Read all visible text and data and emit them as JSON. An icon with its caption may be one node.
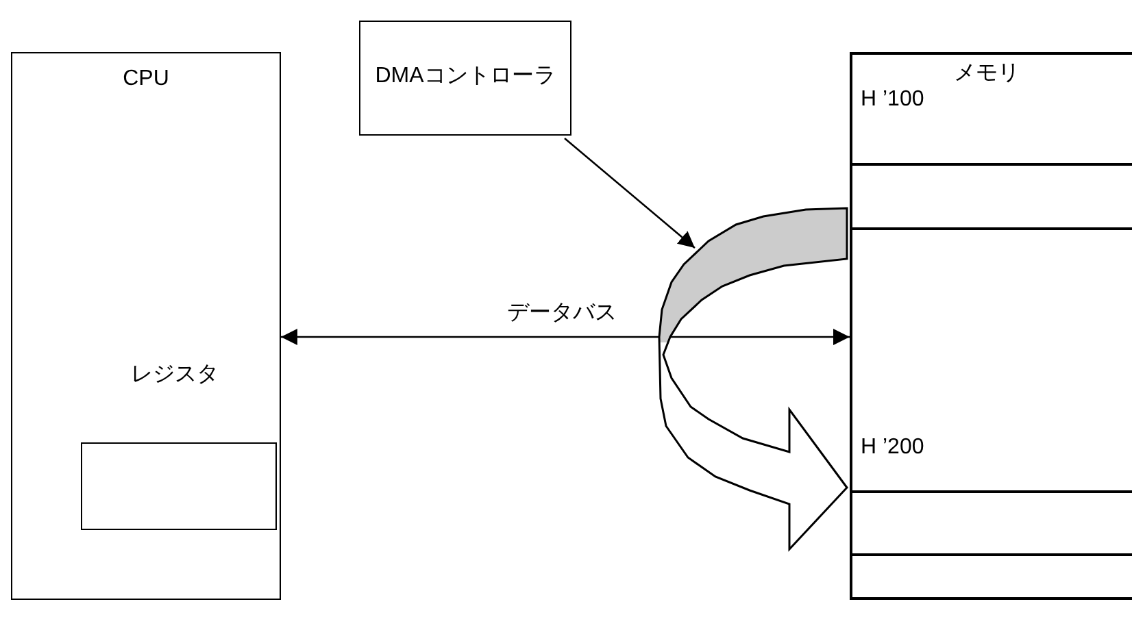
{
  "diagram": {
    "nodes": [
      {
        "text": [
          "CPU"
        ]
      },
      {
        "text": [
          "レジスタ"
        ],
        "in": 0
      },
      {
        "text": [
          "DMAコントローラ"
        ]
      },
      {
        "text": [
          "メモリ"
        ]
      },
      {
        "text": [],
        "shape": "box",
        "in": 3
      },
      {
        "text": [],
        "shape": "box",
        "in": 3
      }
    ],
    "edges": [
      {
        "from": 0,
        "to": 3,
        "arrow": "both",
        "label": "データバス"
      },
      {
        "from": 4,
        "to": 5,
        "arrow": "to",
        "style": "thick"
      },
      {
        "from": 2,
        "to": null,
        "arrow": "to"
      }
    ],
    "labels": [
      "H ’100",
      "H ’200"
    ]
  }
}
